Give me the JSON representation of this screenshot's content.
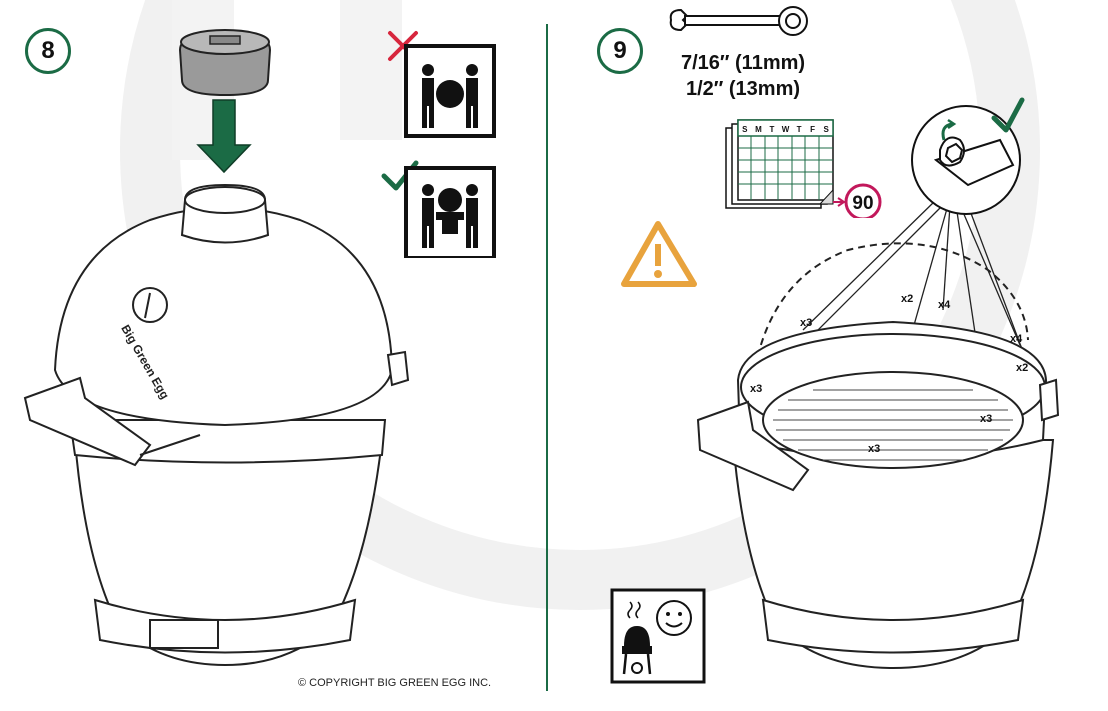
{
  "steps": {
    "left": {
      "number": "8"
    },
    "right": {
      "number": "9"
    }
  },
  "tools": {
    "size1": "7/16″ (11mm)",
    "size2": "1/2″ (13mm)"
  },
  "calendar": {
    "weekdays": [
      "S",
      "M",
      "T",
      "W",
      "T",
      "F",
      "S"
    ],
    "days_badge": "90"
  },
  "grill_brand": "Big Green Egg",
  "fastener_counts": {
    "a": "x3",
    "b": "x2",
    "c": "x4",
    "d": "x4",
    "e": "x2",
    "f": "x3",
    "g": "x3",
    "h": "x3"
  },
  "copyright": "© COPYRIGHT BIG GREEN EGG INC.",
  "colors": {
    "green": "#1b6b45",
    "red": "#d7263d",
    "orange": "#e8a33d",
    "magenta": "#c2185b"
  }
}
